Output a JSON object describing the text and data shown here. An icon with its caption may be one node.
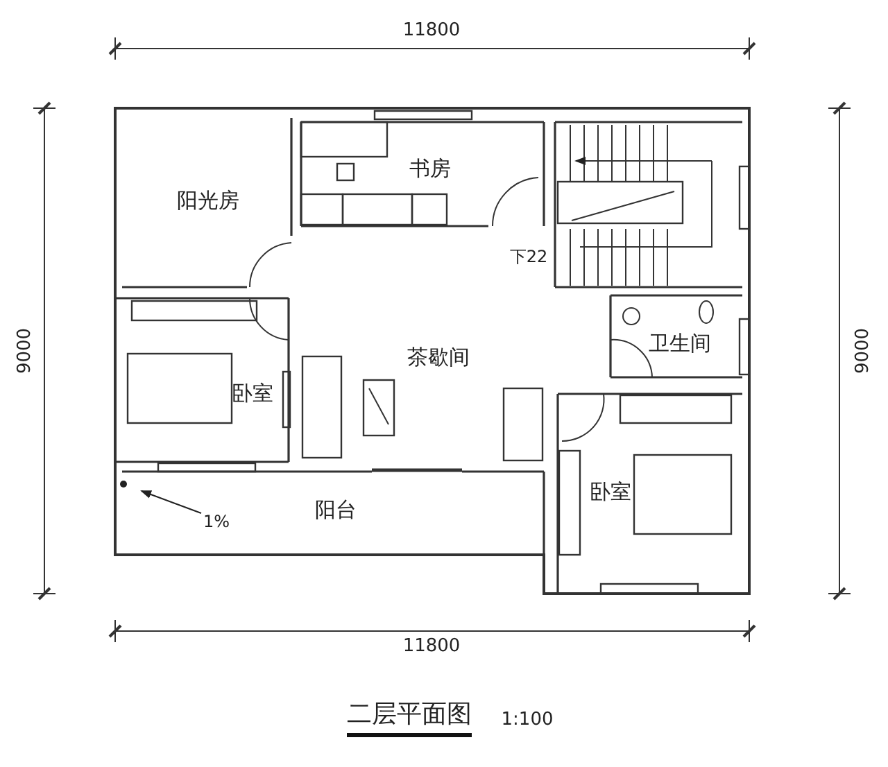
{
  "diagram": {
    "title": "二层平面图",
    "labels": [
      "11800",
      "9000",
      "9000",
      "阳光房",
      "书房",
      "下22",
      "茶歇间",
      "卫生间",
      "卧室",
      "卧室",
      "1%",
      "阳台",
      "11800",
      "1:100"
    ]
  }
}
